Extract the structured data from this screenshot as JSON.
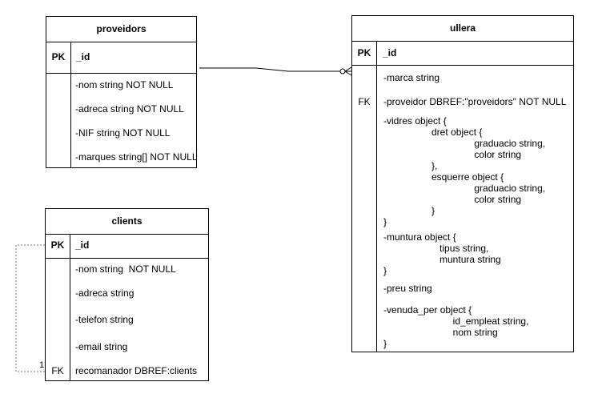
{
  "proveidors": {
    "title": "proveidors",
    "pk_label": "PK",
    "pk_field": "_id",
    "fields": [
      "-nom string NOT NULL",
      "-adreca string NOT NULL",
      "-NIF string NOT NULL",
      "-marques string[] NOT NULL"
    ]
  },
  "clients": {
    "title": "clients",
    "pk_label": "PK",
    "pk_field": "_id",
    "fields": [
      "-nom string  NOT NULL",
      "-adreca string",
      "-telefon string",
      "-email string"
    ],
    "fk_label": "FK",
    "fk_field": "recomanador DBREF:clients"
  },
  "ullera": {
    "title": "ullera",
    "pk_label": "PK",
    "pk_field": "_id",
    "marca": "-marca string",
    "fk_label": "FK",
    "fk_field": "-proveidor DBREF:\"proveidors\" NOT NULL",
    "vidres": [
      "-vidres object {",
      "                  dret object {",
      "                                  graduacio string,",
      "                                  color string",
      "                  },",
      "                  esquerre object {",
      "                                  graduacio string,",
      "                                  color string",
      "                  }",
      "}"
    ],
    "muntura": [
      "-muntura object {",
      "                     tipus string,",
      "                     muntura string",
      "}"
    ],
    "preu": "-preu string",
    "venuda_per": [
      "-venuda_per object {",
      "                          id_empleat string,",
      "                          nom string",
      "}"
    ]
  },
  "self_link": {
    "cardinality": "1"
  }
}
